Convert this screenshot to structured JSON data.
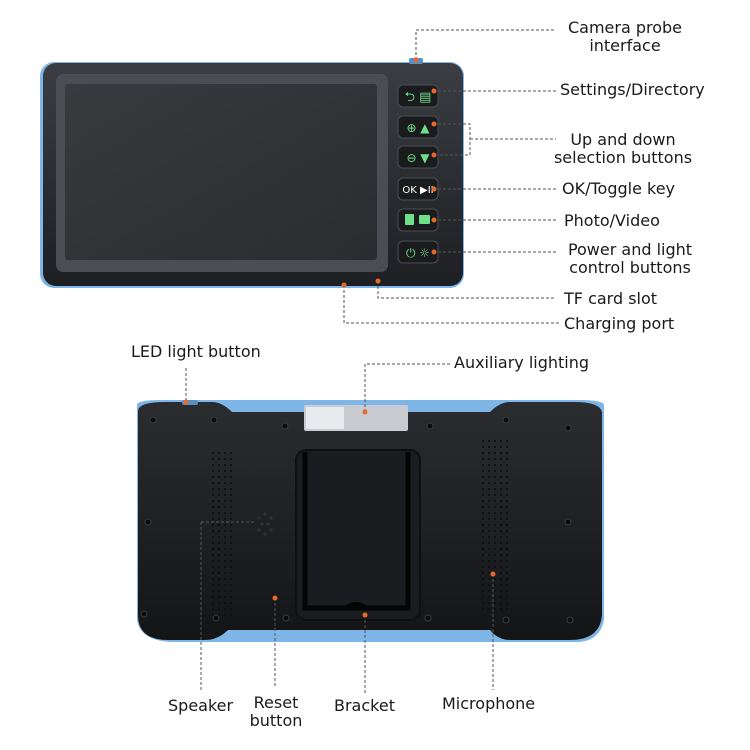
{
  "front_labels": {
    "camera_probe_interface": "Camera probe\ninterface",
    "settings_directory": "Settings/Directory",
    "up_down_selection": "Up and down\nselection buttons",
    "ok_toggle": "OK/Toggle key",
    "photo_video": "Photo/Video",
    "power_light": "Power and light\ncontrol buttons",
    "tf_card_slot": "TF card slot",
    "charging_port": "Charging port"
  },
  "back_labels": {
    "led_light_button": "LED light button",
    "auxiliary_lighting": "Auxiliary lighting",
    "speaker": "Speaker",
    "reset_button": "Reset\nbutton",
    "bracket": "Bracket",
    "microphone": "Microphone"
  },
  "button_glyphs": {
    "settings": "⮌ ▤",
    "up": "⊕ ▲",
    "down": "⊖ ▼",
    "ok": "OK ▶II",
    "photo": "▣ ■",
    "power": "⏻ ☼"
  },
  "colors": {
    "callout_dot": "#e8692a",
    "button_glyph": "#6fe08a",
    "device_accent": "#7fb6e8"
  }
}
